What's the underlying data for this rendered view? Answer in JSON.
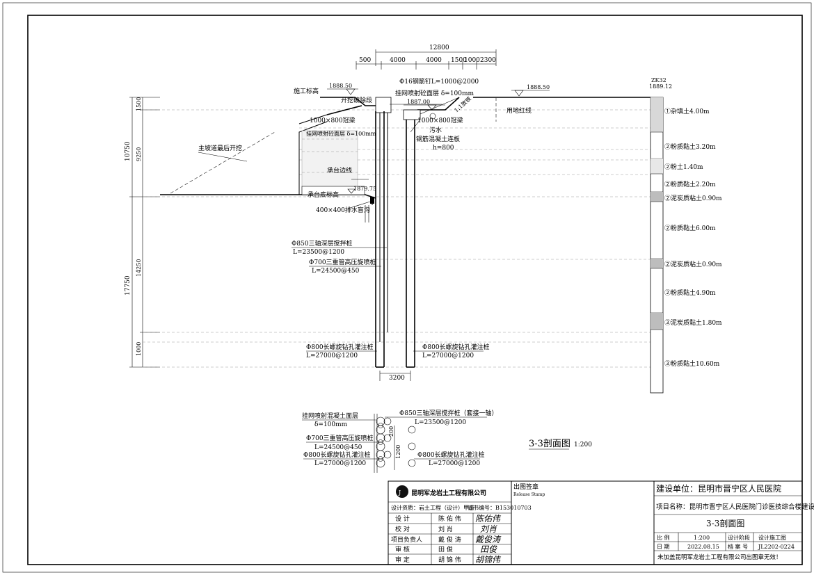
{
  "dims": {
    "top_total": "12800",
    "top_segments": [
      "500",
      "4000",
      "4000",
      "1500",
      "1000",
      "2300"
    ],
    "left_outer": [
      "10750",
      "17750"
    ],
    "left_inner": [
      "1500",
      "9250",
      "14250",
      "1000"
    ],
    "bottom": "3200"
  },
  "annotations": {
    "elev_left": "1888.50",
    "elev_right": "1888.50",
    "elev_mid": "1887.00",
    "elev_pit": "1879.75",
    "elev_borehole": "1889.12",
    "borehole_id": "ZK32",
    "construction_level": "施工标高",
    "excavation_removal": "开挖破除段",
    "rebar_nail": "Φ16钢筋钉L=1000@2000",
    "shotcrete_top": "挂网喷射砼面层 δ=100mm",
    "crown_beam_left": "1000×800冠梁",
    "crown_beam_right": "1000×800冠梁",
    "shotcrete_mid": "挂网喷射砼面层 δ=100mm",
    "slope": "1:1放坡",
    "property_line": "用地红线",
    "sewage": "污水",
    "retaining_board": "钢筋混凝土连板",
    "board_h": "h=800",
    "ramp": "主坡道最后开挖",
    "cap_edge": "承台边线",
    "cap_bottom": "承台底标高",
    "drain": "400×400排水盲沟",
    "pile_850": "Φ850三轴深层搅拌桩",
    "pile_850_L": "L=23500@1200",
    "pile_700": "Φ700三重管高压旋喷桩",
    "pile_700_L": "L=24500@450",
    "pile_800_left": "Φ800长螺旋钻孔灌注桩",
    "pile_800_left_L": "L=27000@1200",
    "pile_800_right": "Φ800长螺旋钻孔灌注桩",
    "pile_800_right_L": "L=27000@1200"
  },
  "soil_layers": [
    "①杂填土4.00m",
    "②粉质黏土3.20m",
    "②粉土1.40m",
    "②粉质黏土2.20m",
    "②泥炭质粘土0.90m",
    "②粉质黏土6.00m",
    "②泥炭质粘土0.90m",
    "②粉质黏土4.90m",
    "③泥炭质黏土1.80m",
    "③粉质黏土10.60m"
  ],
  "plan_detail": {
    "shotcrete": "挂网喷射混凝土面层",
    "shotcrete_d": "δ=100mm",
    "pile_850": "Φ850三轴深层搅拌桩（套接一轴）",
    "pile_850_L": "L=23500@1200",
    "pile_700": "Φ700三重管高压旋喷桩",
    "pile_700_L": "L=24500@450",
    "pile_800_left": "Φ800长螺旋钻孔灌注桩",
    "pile_800_left_L": "L=27000@1200",
    "pile_800_right": "Φ800长螺旋钻孔灌注桩",
    "pile_800_right_L": "L=27000@1200",
    "dim_a": "200",
    "dim_b": "1200"
  },
  "section": {
    "title": "3-3剖面图",
    "scale": "1:200"
  },
  "title_block": {
    "company": "昆明军龙岩土工程有限公司",
    "qualification": "设计资质：岩土工程（设计）甲级",
    "cert": "证书编号：B153010703",
    "stamp_label": "出图签章",
    "stamp_label_en": "Release Stamp",
    "roles": [
      {
        "role": "设    计",
        "name": "陈 佑 伟",
        "sign": "陈佑伟"
      },
      {
        "role": "校    对",
        "name": "刘    肖",
        "sign": "刘肖"
      },
      {
        "role": "项目负责人",
        "name": "戴 俊 涛",
        "sign": "戴俊涛"
      },
      {
        "role": "审    核",
        "name": "田    俊",
        "sign": "田俊"
      },
      {
        "role": "审    定",
        "name": "胡 锦 伟",
        "sign": "胡锦伟"
      }
    ],
    "client": "建设单位：昆明市晋宁区人民医院",
    "project": "项目名称：昆明市晋宁区人民医院门诊医技综合楼建设项目（一期）",
    "drawing_title": "3-3剖面图",
    "scale_label": "比  例",
    "scale_value": "1:200",
    "stage_label": "设计阶段",
    "stage_value": "设计施工图",
    "date_label": "日  期",
    "date_value": "2022.08.15",
    "archive_label": "档 案 号",
    "archive_value": "JL2202-0224",
    "notice": "未加盖昆明军龙岩土工程有限公司出图章无效！"
  }
}
